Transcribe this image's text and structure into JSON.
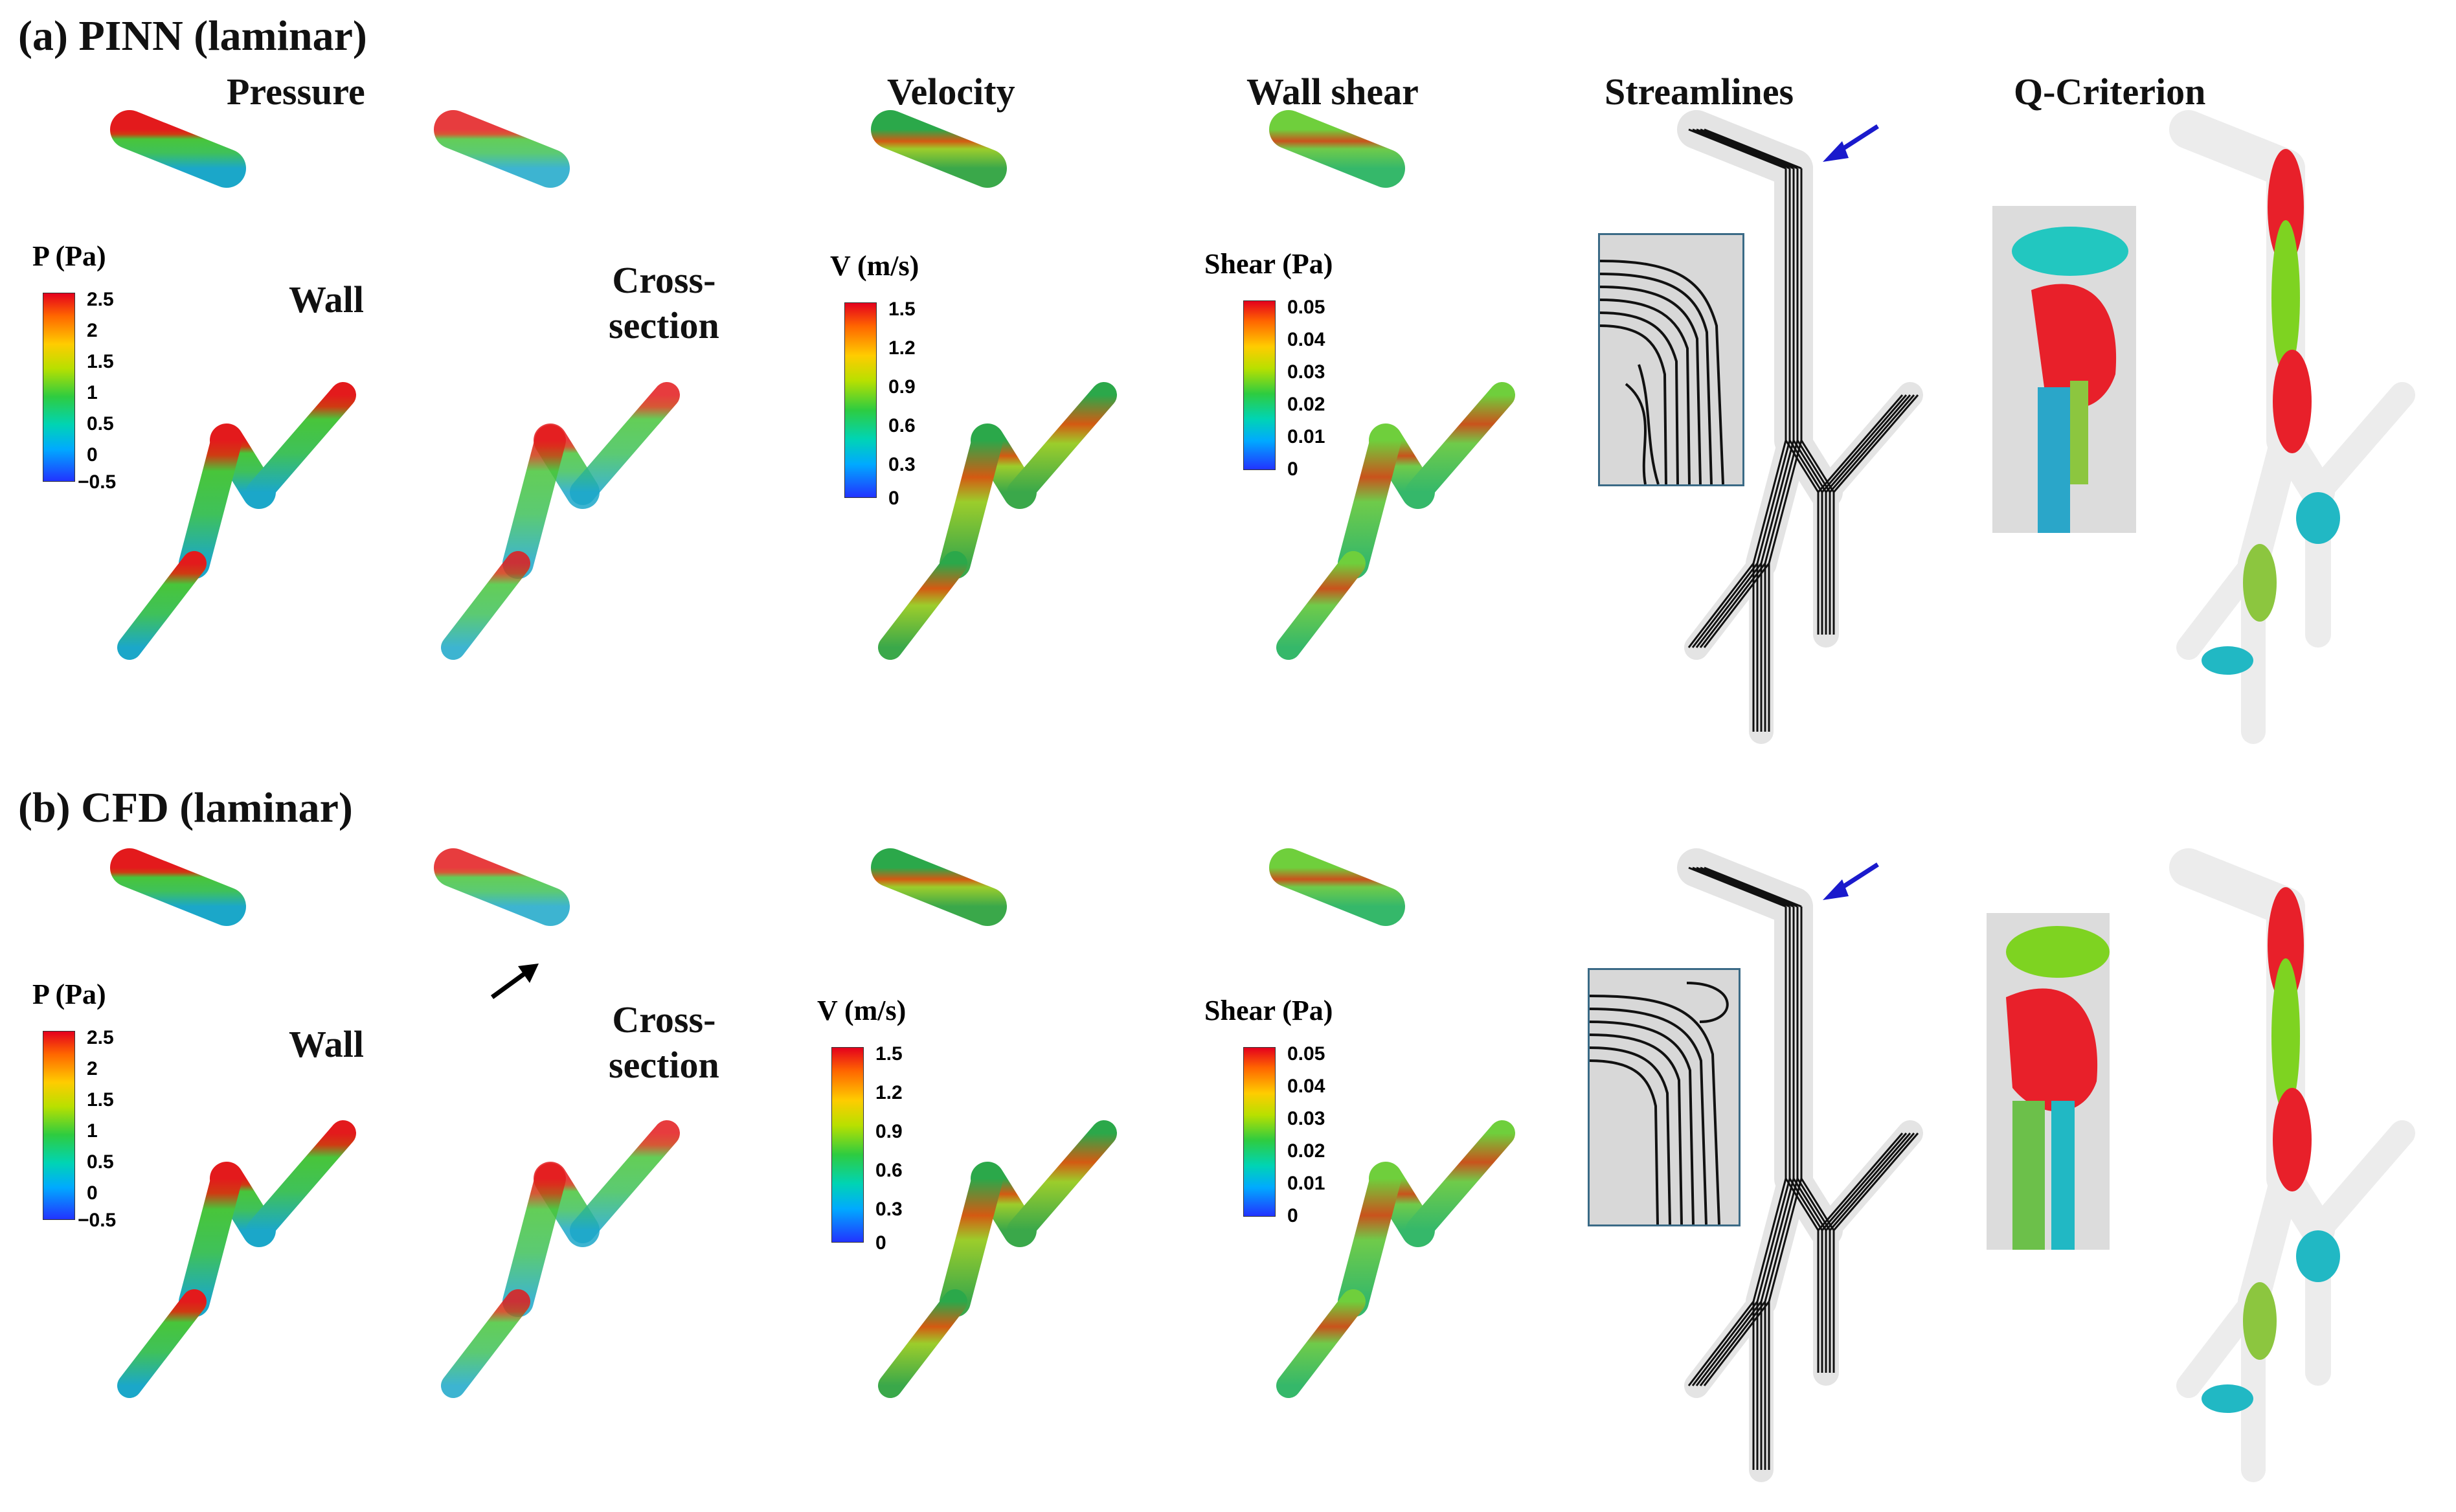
{
  "rows": [
    {
      "title": "(a) PINN (laminar)"
    },
    {
      "title": "(b) CFD (laminar)"
    }
  ],
  "columns": [
    "Pressure",
    "Velocity",
    "Wall shear",
    "Streamlines",
    "Q-Criterion"
  ],
  "side_labels": {
    "wall": "Wall",
    "cross_line1": "Cross-",
    "cross_line2": "section"
  },
  "legends": {
    "pressure": {
      "title": "P (Pa)",
      "ticks": [
        "2.5",
        "2",
        "1.5",
        "1",
        "0.5",
        "0",
        "−0.5"
      ]
    },
    "velocity": {
      "title": "V (m/s)",
      "ticks": [
        "1.5",
        "1.2",
        "0.9",
        "0.6",
        "0.3",
        "0"
      ]
    },
    "shear": {
      "title": "Shear (Pa)",
      "ticks": [
        "0.05",
        "0.04",
        "0.03",
        "0.02",
        "0.01",
        "0"
      ]
    }
  },
  "colors": {
    "arrow_blue": "#1a1acc",
    "arrow_black": "#000000",
    "inset_border": "#3a6a86"
  }
}
